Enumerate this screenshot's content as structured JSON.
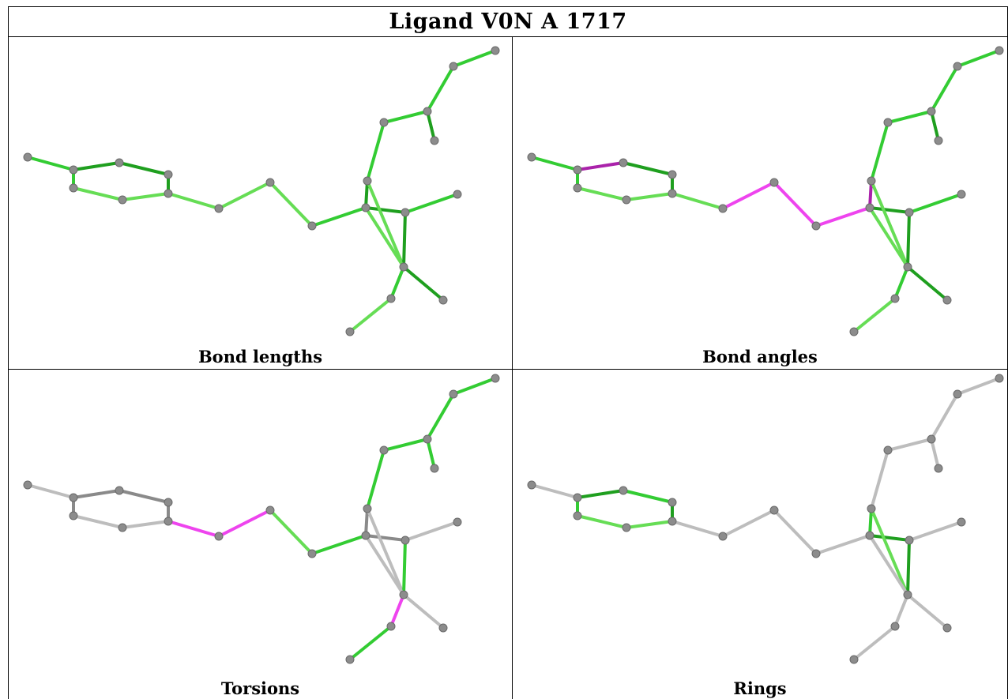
{
  "title": "Ligand V0N A 1717",
  "panels": [
    {
      "caption": "Bond lengths"
    },
    {
      "caption": "Bond angles"
    },
    {
      "caption": "Torsions"
    },
    {
      "caption": "Rings"
    }
  ],
  "colors": {
    "green": "#33cc33",
    "dark_green": "#1f9f1f",
    "light_green": "#66dd55",
    "magenta": "#ee44ee",
    "dark_magenta": "#aa22aa",
    "grey": "#bdbdbd",
    "dark_grey": "#8a8a8a",
    "atom": "#8c8c8c"
  }
}
